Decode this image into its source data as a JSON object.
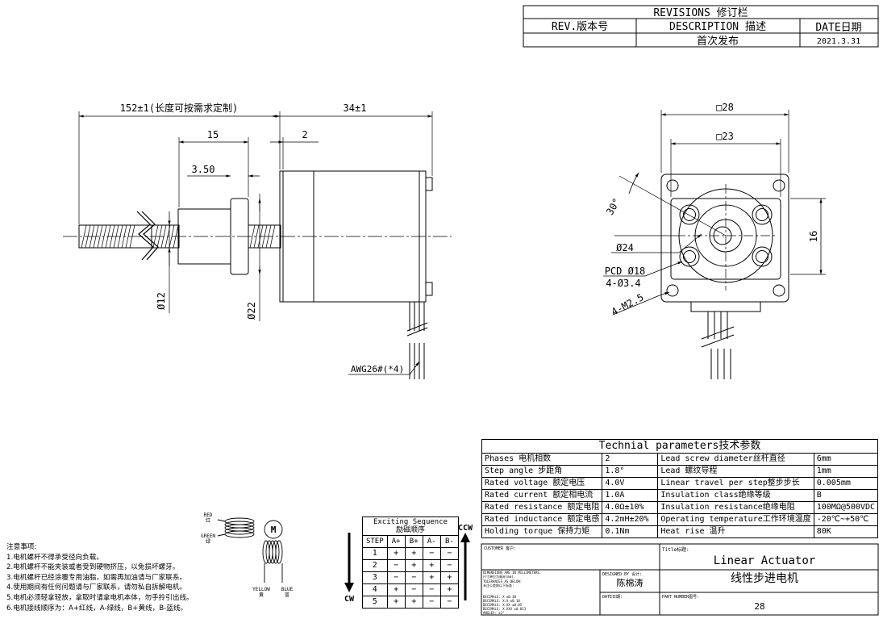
{
  "revisions": {
    "title": "REVISIONS 修订栏",
    "col_rev": "REV.版本号",
    "col_desc": "DESCRIPTION 描述",
    "col_date": "DATE日期",
    "row_desc": "首次发布",
    "row_date": "2021.3.31"
  },
  "side_view": {
    "dim_length": "152±1(长度可按需求定制)",
    "dim_body": "34±1",
    "dim_15": "15",
    "dim_2": "2",
    "dim_350": "3.50",
    "dim_d12": "Ø12",
    "dim_d22": "Ø22",
    "wire_label": "AWG26#(*4)"
  },
  "front_view": {
    "dim_28": "□28",
    "dim_23": "□23",
    "dim_30": "30°",
    "dim_24": "Ø24",
    "dim_pcd": "PCD Ø18",
    "dim_holes": "4-Ø3.4",
    "dim_m25": "4-M2.5",
    "dim_16": "16"
  },
  "wiring": {
    "red": "RED",
    "red_cn": "红",
    "green": "GREEN",
    "green_cn": "绿",
    "yellow": "YELLOW",
    "yellow_cn": "黄",
    "blue": "BLUE",
    "blue_cn": "蓝",
    "motor": "M"
  },
  "sequence": {
    "title": "Exciting Sequence",
    "title_cn": "励磁顺序",
    "ccw": "CCW",
    "cw": "CW",
    "headers": [
      "STEP",
      "A+",
      "B+",
      "A-",
      "B-"
    ],
    "rows": [
      [
        "1",
        "+",
        "+",
        "−",
        "−"
      ],
      [
        "2",
        "−",
        "+",
        "+",
        "−"
      ],
      [
        "3",
        "−",
        "−",
        "+",
        "+"
      ],
      [
        "4",
        "+",
        "−",
        "−",
        "+"
      ],
      [
        "5",
        "+",
        "+",
        "−",
        "−"
      ]
    ]
  },
  "notes": {
    "title": "注意事项:",
    "items": [
      "1.电机螺杆不得承受径向负载。",
      "2.电机螺杆不能夹装或者受到硬物挤压，以免损坏螺牙。",
      "3.电机螺杆已经涂覆专用油脂，如需再加油请与厂家联系。",
      "4.使用期间有任何问题请与厂家联系，请勿私自拆解电机。",
      "5.电机必须轻拿轻放，拿取时请拿电机本体，勿手拎引出线。",
      "6.电机接线顺序为：A+红线，A-绿线，B+黄线，B-蓝线。"
    ]
  },
  "params": {
    "title": "Technial parameters技术参数",
    "rows": [
      [
        "Phases 电机相数",
        "2",
        "Lead screw diameter丝杆直径",
        "6mm"
      ],
      [
        "Step angle 步距角",
        "1.8°",
        "Lead 螺纹导程",
        "1mm"
      ],
      [
        "Rated voltage 额定电压",
        "4.0V",
        "Linear travel per step整步步长",
        "0.005mm"
      ],
      [
        "Rated current 额定相电流",
        "1.0A",
        "Insulation class绝缘等级",
        "B"
      ],
      [
        "Rated resistance 额定电阻",
        "4.0Ω±10%",
        "Insulation resistance绝缘电阻",
        "100MΩ@500VDC"
      ],
      [
        "Rated inductance 额定电感",
        "4.2mH±20%",
        "Operating temperature工作环境温度",
        "-20℃~+50℃"
      ],
      [
        "Holding torque 保持力矩",
        "0.1Nm",
        "Heat rise 温升",
        "80K"
      ]
    ]
  },
  "title_block": {
    "customer_label": "CUSTOMER 客户:",
    "title_label": "Title标题:",
    "title_en": "Linear Actuator",
    "title_cn": "线性步进电机",
    "dims_note": "DIMENSIONS ARE IN MILLIMETERS.",
    "dims_note_cn": "尺寸单位为毫米(mm).",
    "tol_note": "TOLERANCES AS BELOW:",
    "tol_note_cn": "未注公差按以下标准:",
    "tol_lines": [
      "DECIMALS: X    ±0.30",
      "DECIMALS: X.X  ±0.10",
      "DECIMALS: X.XX ±0.05",
      "DECIMALS: X.XXX ±0.013",
      "ANGLES: ±2°"
    ],
    "designed_label": "DESIGNED BY 设计:",
    "designer": "陈棉涛",
    "date_label": "DATE日期:",
    "part_label": "PART NUMBER图号:",
    "part_number": "28"
  }
}
